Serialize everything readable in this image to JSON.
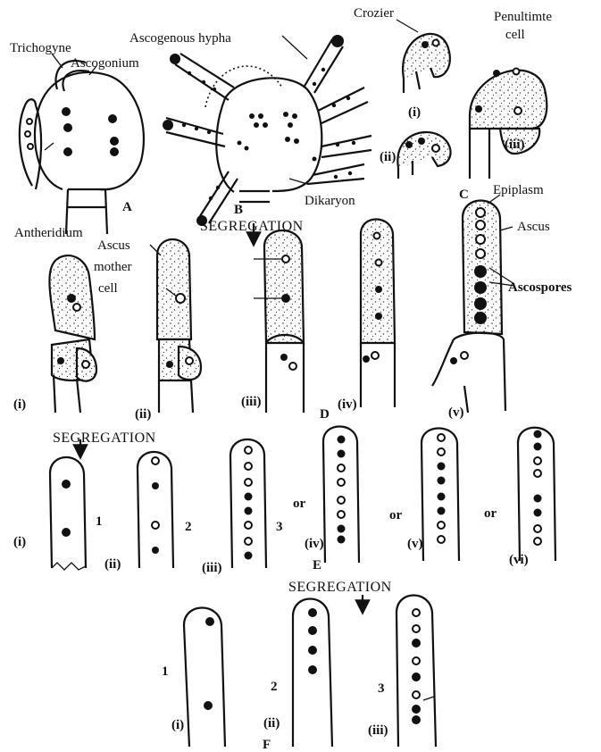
{
  "A": {
    "letter": "A",
    "trichogyne": "Trichogyne",
    "ascogonium": "Ascogonium",
    "antheridium": "Antheridium"
  },
  "B": {
    "letter": "B",
    "ascogenous_hypha": "Ascogenous hypha",
    "dikaryon": "Dikaryon"
  },
  "C": {
    "letter": "C",
    "crozier": "Crozier",
    "penultimate": "Penultimte cell",
    "penultimate_l1": "Penultimte",
    "penultimate_l2": "cell",
    "i": "(i)",
    "ii": "(ii)",
    "iii": "(iii)"
  },
  "D": {
    "letter": "D",
    "segregation": "SEGREGATION",
    "ascus_mother_l1": "Ascus",
    "ascus_mother_l2": "mother",
    "ascus_mother_l3": "cell",
    "epiplasm": "Epiplasm",
    "ascus": "Ascus",
    "ascospores": "Ascospores",
    "stages": [
      "(i)",
      "(ii)",
      "(iii)",
      "(iv)",
      "(v)"
    ]
  },
  "E": {
    "letter": "E",
    "segregation": "SEGREGATION",
    "stages": [
      "(i)",
      "(ii)",
      "(iii)",
      "(iv)",
      "(v)",
      "(vi)"
    ],
    "divisions": [
      "1",
      "2",
      "3"
    ],
    "or": "or"
  },
  "F": {
    "letter": "F",
    "segregation": "SEGREGATION",
    "stages": [
      "(i)",
      "(ii)",
      "(iii)"
    ],
    "divisions": [
      "1",
      "2",
      "3"
    ]
  }
}
